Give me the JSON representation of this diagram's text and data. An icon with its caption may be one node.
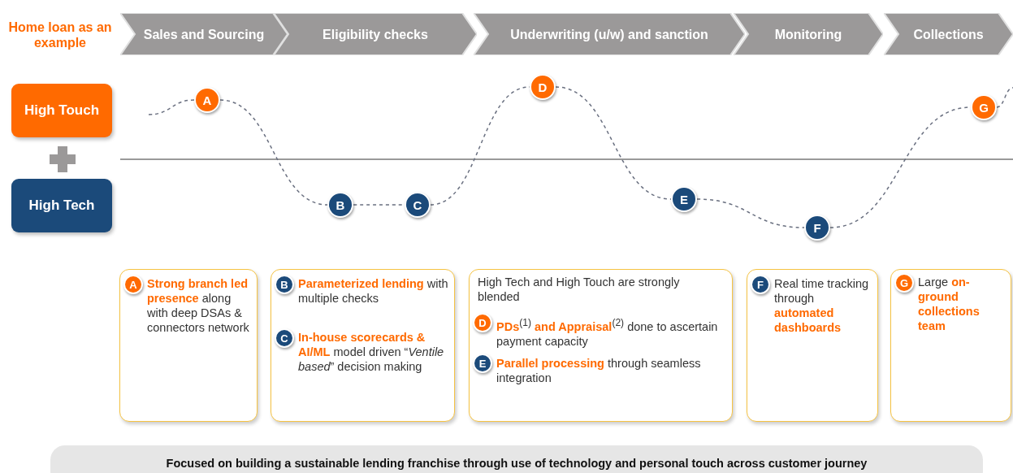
{
  "diagram": {
    "nodes": [
      {
        "text": [
          "Sales and Sourcing"
        ]
      },
      {
        "text": [
          "Eligibility checks"
        ]
      },
      {
        "text": [
          "Underwriting (u/w) and sanction"
        ]
      },
      {
        "text": [
          "Monitoring"
        ]
      },
      {
        "text": [
          "Collections"
        ]
      },
      {
        "text": [
          "High Touch"
        ]
      },
      {
        "text": [
          "High Tech"
        ]
      },
      {
        "text": [
          "A"
        ]
      },
      {
        "text": [
          "B"
        ]
      },
      {
        "text": [
          "C"
        ]
      },
      {
        "text": [
          "D"
        ]
      },
      {
        "text": [
          "E"
        ]
      },
      {
        "text": [
          "F"
        ]
      },
      {
        "text": [
          "G"
        ]
      },
      {
        "text": [
          "**Strong branch led presence** along with deep DSAs & connectors network"
        ]
      },
      {
        "text": [
          "A"
        ],
        "in": 14
      },
      {
        "text": [
          "**Parameterized lending** with multiple checks",
          "**In-house scorecards & AI/ML** model driven “*Ventile based*” decision making"
        ]
      },
      {
        "text": [
          "B"
        ],
        "in": 16
      },
      {
        "text": [
          "C"
        ],
        "in": 16
      },
      {
        "text": [
          "High Tech and High Touch are strongly blended",
          "**PDs**$^{(1)}$ **and Appraisal**$^{(2)}$ done to ascertain payment capacity",
          "**Parallel processing** through seamless integration"
        ]
      },
      {
        "text": [
          "D"
        ],
        "in": 19
      },
      {
        "text": [
          "E"
        ],
        "in": 19
      },
      {
        "text": [
          "Real time tracking through **automated dashboards**"
        ]
      },
      {
        "text": [
          "F"
        ],
        "in": 22
      },
      {
        "text": [
          "Large **on-ground collections team**"
        ]
      },
      {
        "text": [
          "G"
        ],
        "in": 24
      },
      {
        "text": [
          "Focused on building a sustainable lending franchise through use of technology and personal touch across customer journey"
        ]
      }
    ],
    "edges": [
      {
        "from": null,
        "to": 7,
        "arrow": "none",
        "style": "dashed"
      },
      {
        "from": 7,
        "to": 8,
        "arrow": "none",
        "style": "dashed"
      },
      {
        "from": 8,
        "to": 9,
        "arrow": "none",
        "style": "dashed"
      },
      {
        "from": 9,
        "to": 10,
        "arrow": "none",
        "style": "dashed"
      },
      {
        "from": 10,
        "to": 11,
        "arrow": "none",
        "style": "dashed"
      },
      {
        "from": 11,
        "to": 12,
        "arrow": "none",
        "style": "dashed"
      },
      {
        "from": 12,
        "to": 13,
        "arrow": "none",
        "style": "dashed"
      },
      {
        "from": 13,
        "to": null,
        "arrow": "none",
        "style": "dashed"
      }
    ],
    "labels": [
      "Home loan as an example"
    ]
  }
}
